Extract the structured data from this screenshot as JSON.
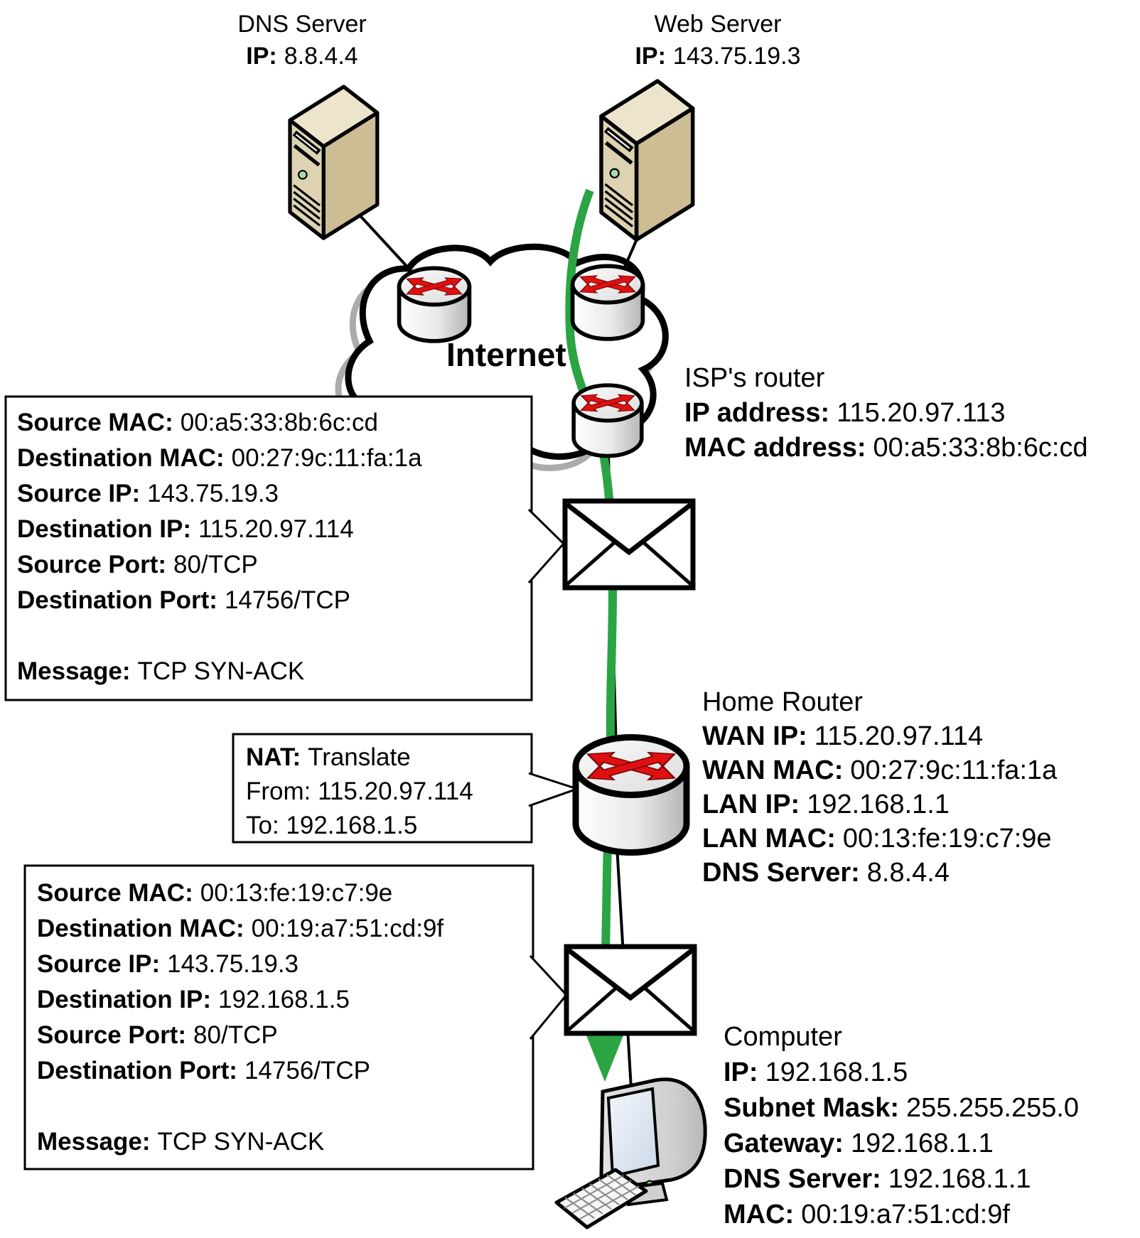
{
  "dns_server": {
    "title": "DNS Server",
    "ip_label": "IP:",
    "ip_value": "8.8.4.4"
  },
  "web_server": {
    "title": "Web Server",
    "ip_label": "IP:",
    "ip_value": "143.75.19.3"
  },
  "internet": {
    "label": "Internet"
  },
  "isp_router": {
    "title": "ISP's router",
    "fields": [
      {
        "label": "IP address:",
        "value": "115.20.97.113"
      },
      {
        "label": "MAC address:",
        "value": "00:a5:33:8b:6c:cd"
      }
    ]
  },
  "home_router": {
    "title": "Home Router",
    "fields": [
      {
        "label": "WAN IP:",
        "value": "115.20.97.114"
      },
      {
        "label": "WAN MAC:",
        "value": "00:27:9c:11:fa:1a"
      },
      {
        "label": "LAN IP:",
        "value": "192.168.1.1"
      },
      {
        "label": "LAN MAC:",
        "value": "00:13:fe:19:c7:9e"
      },
      {
        "label": "DNS Server:",
        "value": "8.8.4.4"
      }
    ]
  },
  "computer": {
    "title": "Computer",
    "fields": [
      {
        "label": "IP:",
        "value": "192.168.1.5"
      },
      {
        "label": "Subnet Mask:",
        "value": "255.255.255.0"
      },
      {
        "label": "Gateway:",
        "value": "192.168.1.1"
      },
      {
        "label": "DNS Server:",
        "value": "192.168.1.1"
      },
      {
        "label": "MAC:",
        "value": "00:19:a7:51:cd:9f"
      }
    ]
  },
  "packet_box_1": {
    "fields": [
      {
        "label": "Source MAC:",
        "value": "00:a5:33:8b:6c:cd"
      },
      {
        "label": "Destination MAC:",
        "value": "00:27:9c:11:fa:1a"
      },
      {
        "label": "Source IP:",
        "value": "143.75.19.3"
      },
      {
        "label": "Destination IP:",
        "value": "115.20.97.114"
      },
      {
        "label": "Source Port:",
        "value": "80/TCP"
      },
      {
        "label": "Destination Port:",
        "value": "14756/TCP"
      }
    ],
    "message_label": "Message:",
    "message_value": "TCP SYN-ACK"
  },
  "nat_box": {
    "title_label": "NAT:",
    "title_value": "Translate",
    "from_line": "From: 115.20.97.114",
    "to_line": "To: 192.168.1.5"
  },
  "packet_box_2": {
    "fields": [
      {
        "label": "Source MAC:",
        "value": "00:13:fe:19:c7:9e"
      },
      {
        "label": "Destination MAC:",
        "value": "00:19:a7:51:cd:9f"
      },
      {
        "label": "Source IP:",
        "value": "143.75.19.3"
      },
      {
        "label": "Destination IP:",
        "value": "192.168.1.5"
      },
      {
        "label": "Source Port:",
        "value": "80/TCP"
      },
      {
        "label": "Destination Port:",
        "value": "14756/TCP"
      }
    ],
    "message_label": "Message:",
    "message_value": "TCP SYN-ACK"
  },
  "colors": {
    "packet_path_green": "#2BA443",
    "router_arrow_red": "#E01010",
    "server_tan": "#DDD3B2"
  }
}
